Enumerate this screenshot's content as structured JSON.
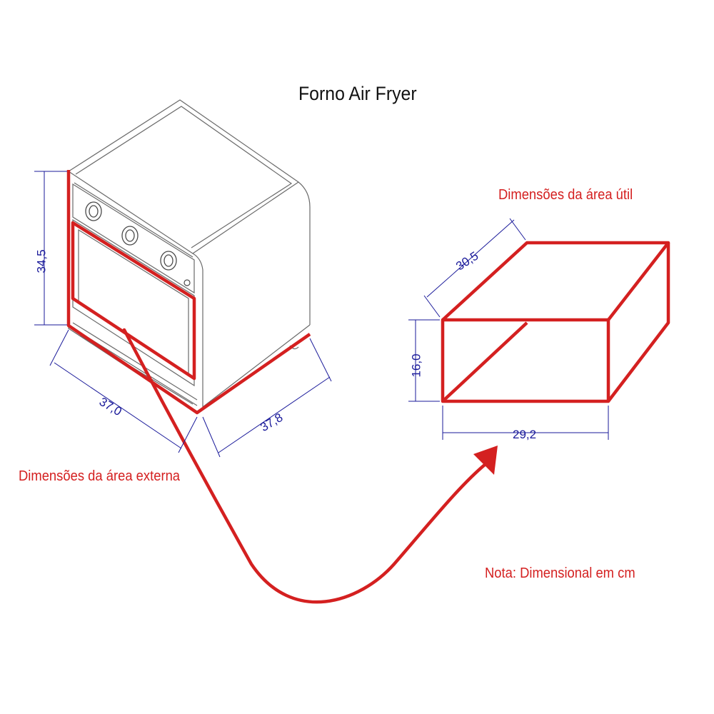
{
  "title": "Forno Air Fryer",
  "labels": {
    "area_util": "Dimensões da área útil",
    "area_externa": "Dimensões da área externa",
    "nota": "Nota: Dimensional em cm"
  },
  "dimensions": {
    "external_height": "34,5",
    "external_width": "37,0",
    "external_depth": "37,8",
    "inner_depth": "30,5",
    "inner_height": "16,0",
    "inner_width": "29,2"
  },
  "colors": {
    "highlight": "#d42020",
    "dimension": "#1a1a9a",
    "outline": "#6a6a6a"
  }
}
